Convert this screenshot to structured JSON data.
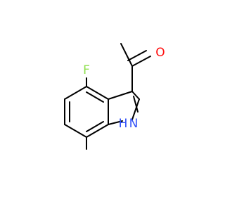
{
  "molecule": {
    "atoms": {
      "fluorine": "F",
      "oxygen": "O",
      "nitrogen_h": "H",
      "nitrogen": "N"
    },
    "colors": {
      "bond": "#000000",
      "fluorine": "#90e050",
      "oxygen": "#ff0d0d",
      "nitrogen": "#3050f8"
    }
  }
}
